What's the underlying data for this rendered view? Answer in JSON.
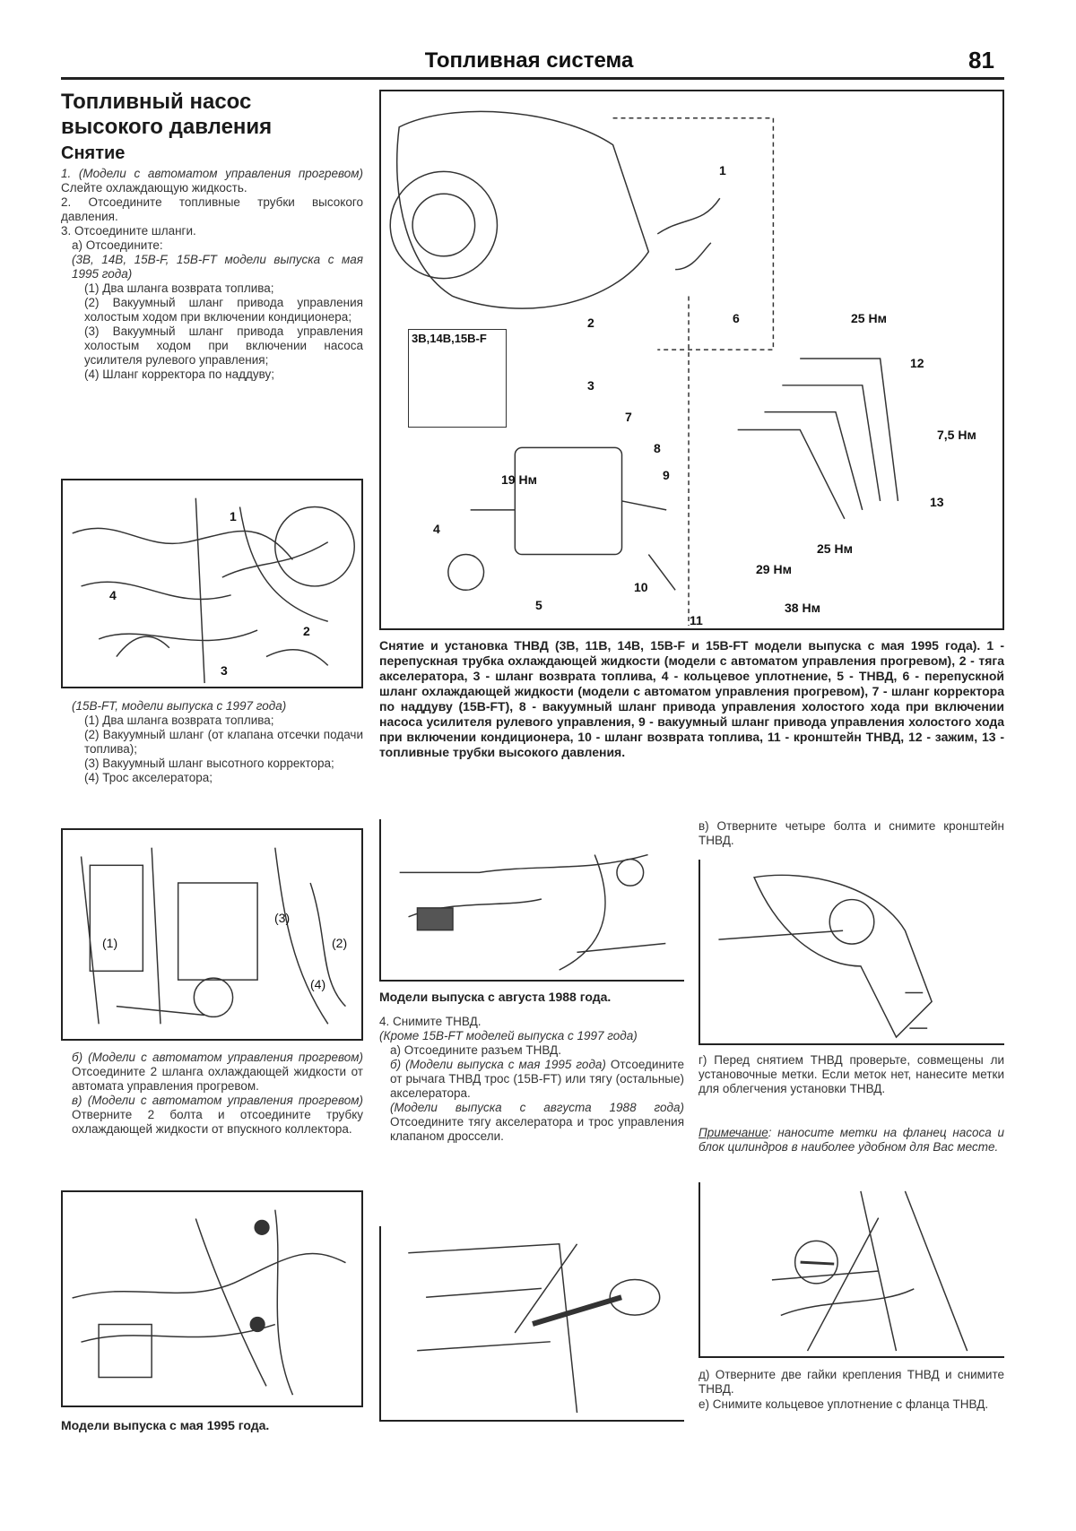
{
  "header": {
    "section_title": "Топливная система",
    "page_number": "81"
  },
  "left": {
    "heading": "Топливный насос высокого давления",
    "subheading": "Снятие",
    "steps_a": [
      {
        "italic": "1. (Модели с автоматом управления прогревом)",
        "text": " Слейте охлаждающую жидкость."
      },
      {
        "text": "2. Отсоедините топливные трубки высокого давления."
      },
      {
        "text": "3. Отсоедините шланги."
      },
      {
        "text": "а) Отсоедините:"
      },
      {
        "italic": "(3B, 14B, 15B-F, 15B-FT модели выпуска с мая 1995 года)"
      },
      {
        "text": "(1) Два шланга возврата топлива;"
      },
      {
        "text": "(2) Вакуумный шланг привода управления холостым ходом при включении кондиционера;"
      },
      {
        "text": "(3) Вакуумный шланг привода управления холостым ходом при включении насоса усилителя рулевого управления;"
      },
      {
        "text": "(4) Шланг корректора по наддуву;"
      }
    ],
    "fig1_callouts": [
      "1",
      "2",
      "3",
      "4"
    ],
    "steps_b": [
      {
        "italic": "(15B-FT, модели выпуска с 1997 года)"
      },
      {
        "text": "(1) Два шланга возврата топлива;"
      },
      {
        "text": "(2) Вакуумный шланг (от клапана отсечки подачи топлива);"
      },
      {
        "text": "(3) Вакуумный шланг высотного корректора;"
      },
      {
        "text": "(4) Трос акселератора;"
      }
    ],
    "fig2_callouts": [
      "(1)",
      "(2)",
      "(3)",
      "(4)"
    ],
    "steps_c": [
      {
        "italic": "б) (Модели с автоматом управления прогревом)",
        "text": " Отсоедините 2 шланга охлаждающей жидкости от автомата управления прогревом."
      },
      {
        "italic": "в) (Модели с автоматом управления прогревом)",
        "text": " Отверните 2 болта и отсоедините трубку охлаждающей жидкости от впускного коллектора."
      }
    ],
    "fig3_caption": "Модели выпуска с мая 1995 года."
  },
  "main_figure": {
    "inset_label": "3B,14B,15B-F",
    "callouts": [
      "1",
      "2",
      "3",
      "4",
      "5",
      "6",
      "7",
      "8",
      "9",
      "10",
      "11",
      "12",
      "13"
    ],
    "torques": {
      "t25a": "25 Нм",
      "t12": "7,5 Нм",
      "t19": "19 Нм",
      "t25b": "25 Нм",
      "t29": "29 Нм",
      "t38": "38 Нм"
    },
    "caption": "Снятие и установка ТНВД (3B, 11B, 14B, 15B-F и 15B-FT модели выпуска с мая 1995 года). 1 - перепускная трубка охлаждающей жидкости (модели с автоматом управления прогревом), 2 - тяга акселератора, 3 - шланг возврата топлива, 4 - кольцевое уплотнение, 5 - ТНВД, 6 - перепускной шланг охлаждающей жидкости (модели с автоматом управления прогревом), 7 - шланг корректора по наддуву (15B-FT), 8 - вакуумный шланг привода управления холостого хода при включении насоса усилителя рулевого управления, 9 - вакуумный шланг привода управления холостого хода при включении кондиционера, 10 - шланг возврата топлива, 11 - кронштейн ТНВД, 12 - зажим, 13 - топливные трубки высокого давления."
  },
  "middle": {
    "fig4_caption": "Модели выпуска с августа 1988 года.",
    "steps": [
      {
        "text": "4. Снимите ТНВД."
      },
      {
        "italic": "(Кроме 15B-FT моделей выпуска с 1997 года)"
      },
      {
        "text": "а) Отсоедините разъем ТНВД."
      },
      {
        "italic": "б) (Модели выпуска с мая 1995 года)",
        "text": " Отсоедините от рычага ТНВД трос (15B-FT) или тягу (остальные) акселератора."
      },
      {
        "italic": "(Модели выпуска с августа 1988 года)",
        "text": " Отсоедините тягу акселератора и трос управления клапаном дроссели."
      }
    ]
  },
  "right": {
    "step_v": "в) Отверните четыре болта и снимите кронштейн ТНВД.",
    "step_g": "г) Перед снятием ТНВД проверьте, совмещены ли установочные метки. Если меток нет, нанесите метки для облегчения установки ТНВД.",
    "note_label": "Примечание",
    "note_text": ": наносите метки на фланец насоса и блок цилиндров в наиболее удобном для Вас месте.",
    "step_d": "д) Отверните две гайки крепления ТНВД и снимите ТНВД.",
    "step_e": "е) Снимите кольцевое уплотнение с фланца ТНВД."
  }
}
